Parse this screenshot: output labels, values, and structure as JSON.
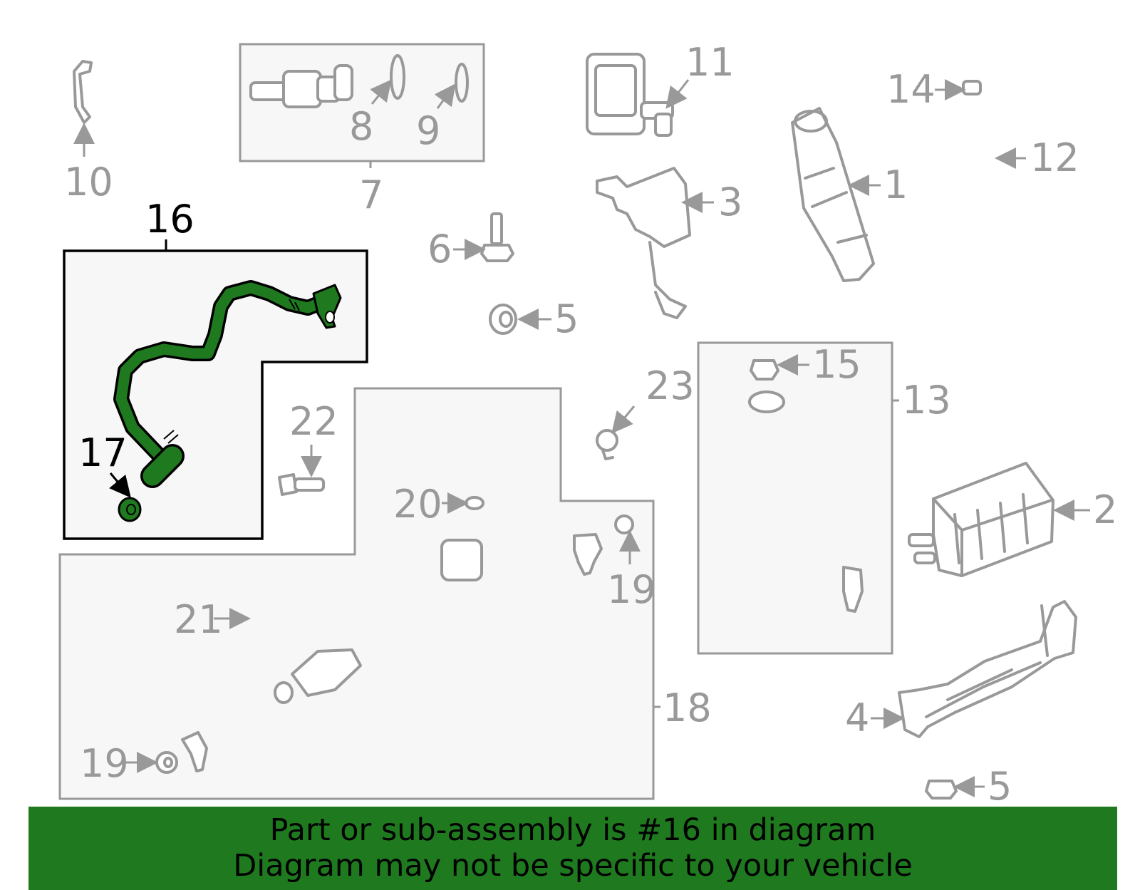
{
  "colors": {
    "highlight": "#1f7a1f",
    "line_gray": "#999999",
    "active_line": "#000000",
    "banner_bg": "#1f7a1f"
  },
  "callouts": {
    "c1": "1",
    "c2": "2",
    "c3": "3",
    "c4": "4",
    "c5a": "5",
    "c5b": "5",
    "c6": "6",
    "c7": "7",
    "c8": "8",
    "c9": "9",
    "c10": "10",
    "c11": "11",
    "c12": "12",
    "c13": "13",
    "c14": "14",
    "c15": "15",
    "c16": "16",
    "c17": "17",
    "c18": "18",
    "c19a": "19",
    "c19b": "19",
    "c20": "20",
    "c21": "21",
    "c22": "22",
    "c23": "23"
  },
  "highlighted_part": "16",
  "banner": {
    "line1": "Part or sub-assembly is #16 in diagram",
    "line2": "Diagram may not be specific to your vehicle"
  }
}
